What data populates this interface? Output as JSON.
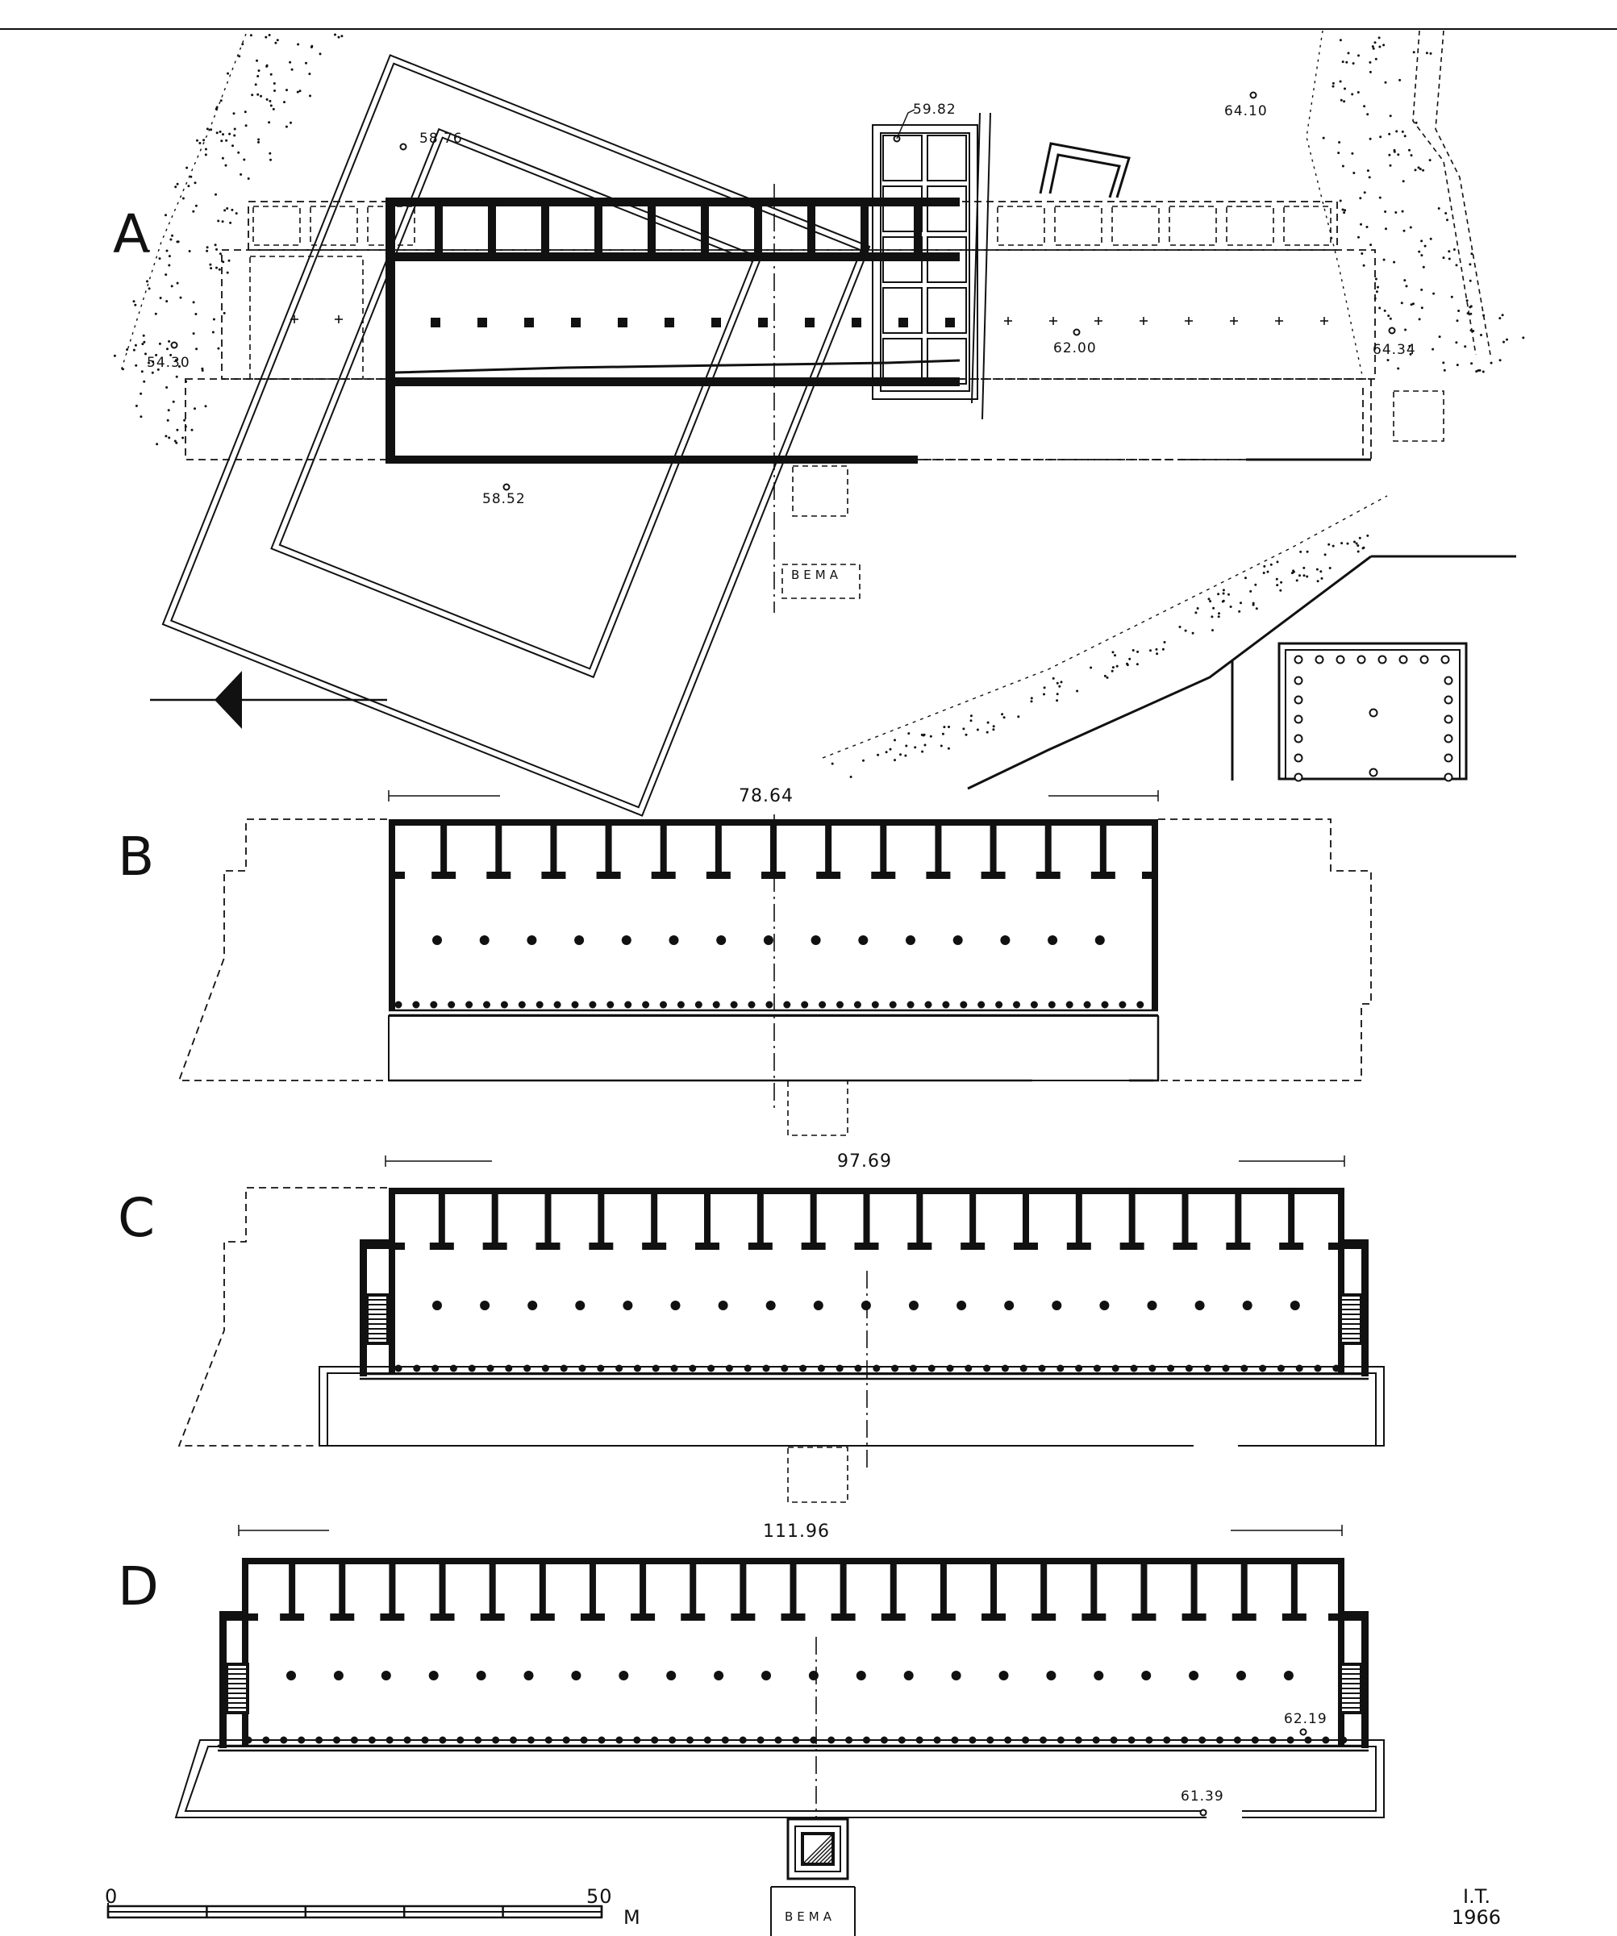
{
  "panels": [
    {
      "id": "A",
      "label": "A"
    },
    {
      "id": "B",
      "label": "B",
      "span": "78.64"
    },
    {
      "id": "C",
      "label": "C",
      "span": "97.69"
    },
    {
      "id": "D",
      "label": "D",
      "span": "111.96"
    }
  ],
  "elevations": {
    "e5982": "59.82",
    "e6410": "64.10",
    "e5876": "58.76",
    "e5430": "54.30",
    "e6200": "62.00",
    "e6434": "64.34",
    "e5852": "58.52",
    "e6219": "62.19",
    "e6139": "61.39"
  },
  "bema_label": "BEMA",
  "scale": {
    "start": "0",
    "end": "50",
    "unit": "M"
  },
  "signature": {
    "initials": "I.T.",
    "year": "1966"
  }
}
